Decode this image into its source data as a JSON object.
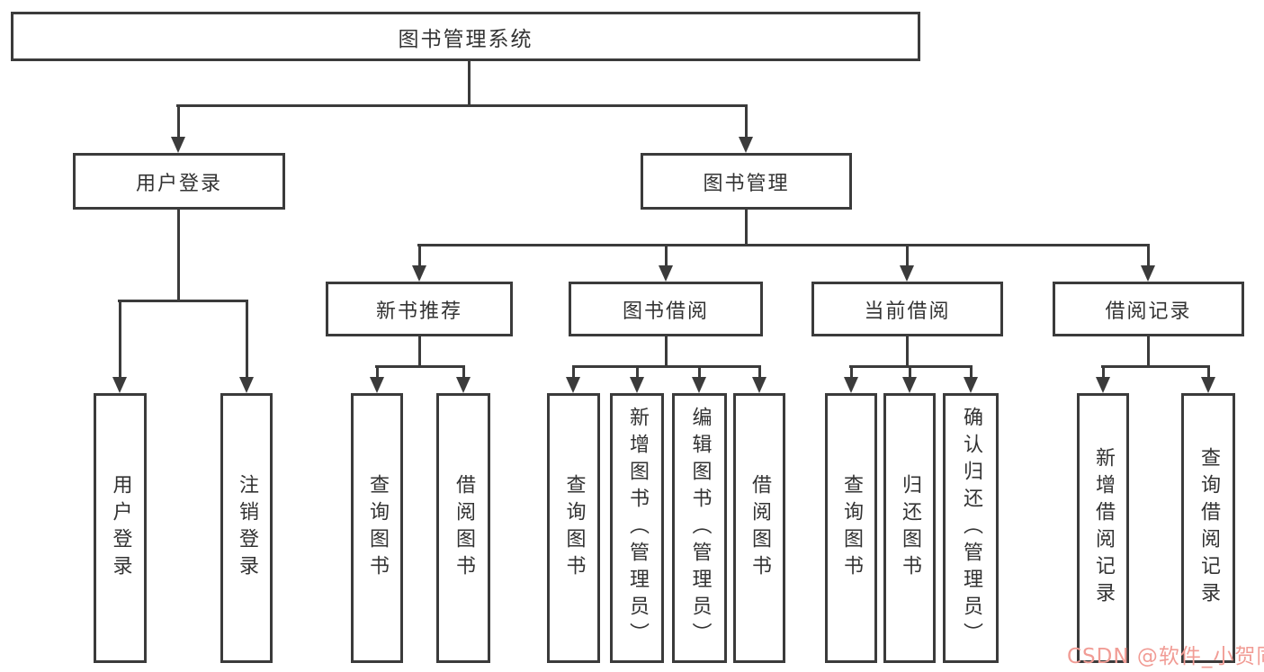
{
  "tree": {
    "label": "图书管理系统",
    "children": [
      {
        "label": "用户登录",
        "children": [
          {
            "label": "用户登录"
          },
          {
            "label": "注销登录"
          }
        ]
      },
      {
        "label": "图书管理",
        "children": [
          {
            "label": "新书推荐",
            "children": [
              {
                "label": "查询图书"
              },
              {
                "label": "借阅图书"
              }
            ]
          },
          {
            "label": "图书借阅",
            "children": [
              {
                "label": "查询图书"
              },
              {
                "label": "新增图书（管理员）"
              },
              {
                "label": "编辑图书（管理员）"
              },
              {
                "label": "借阅图书"
              }
            ]
          },
          {
            "label": "当前借阅",
            "children": [
              {
                "label": "查询图书"
              },
              {
                "label": "归还图书"
              },
              {
                "label": "确认归还（管理员）"
              }
            ]
          },
          {
            "label": "借阅记录",
            "children": [
              {
                "label": "新增借阅记录"
              },
              {
                "label": "查询借阅记录"
              }
            ]
          }
        ]
      }
    ]
  },
  "watermark": {
    "text": "CSDN @软件_小贺同学"
  },
  "colors": {
    "line": "#3b3b3b",
    "text": "#333333",
    "watermark": "#f19c95",
    "background": "#ffffff"
  }
}
